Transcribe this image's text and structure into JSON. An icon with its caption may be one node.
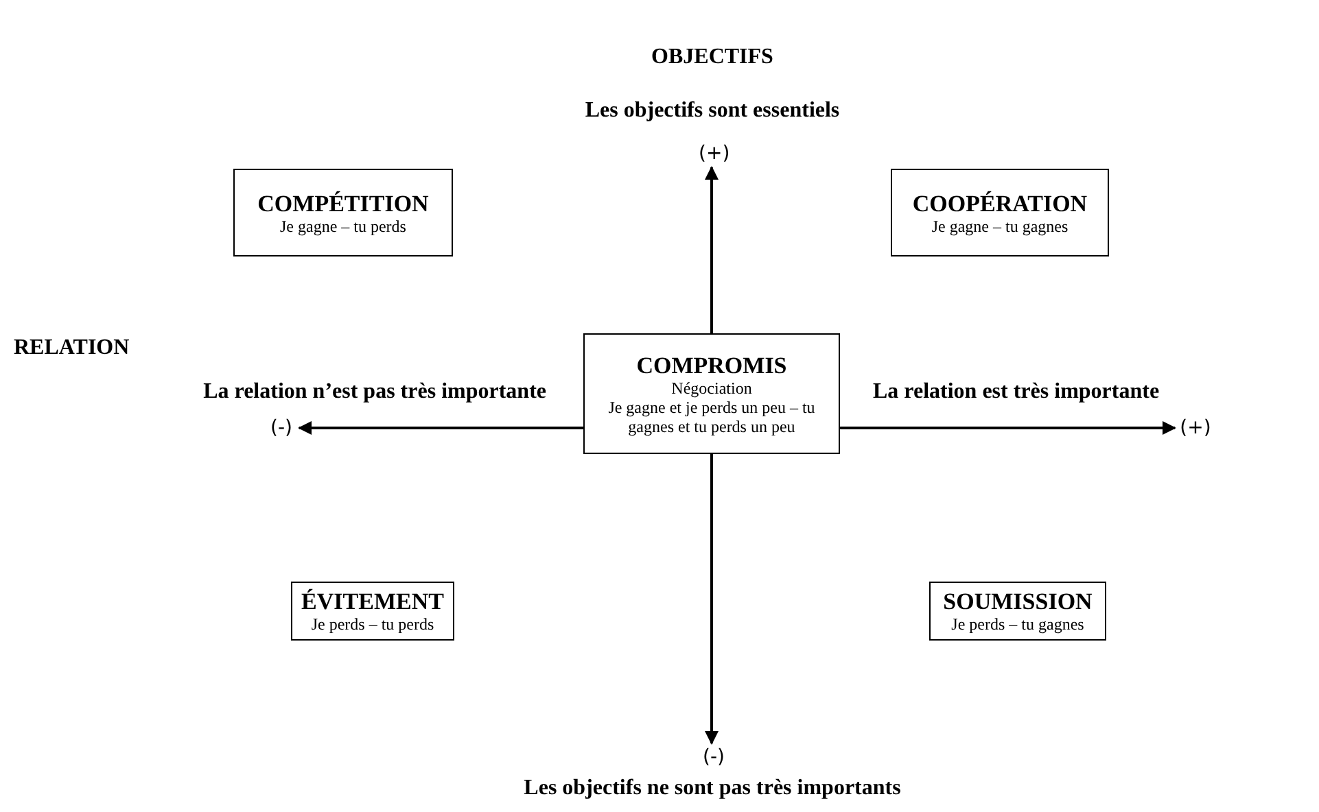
{
  "diagram": {
    "nodes": [
      {
        "text": [
          "COMPÉTITION",
          "Je gagne – tu perds"
        ]
      },
      {
        "text": [
          "COOPÉRATION",
          "Je gagne – tu gagnes"
        ]
      },
      {
        "text": [
          "COMPROMIS",
          "Négociation",
          "Je gagne et je perds un peu – tu gagnes et tu perds un peu"
        ]
      },
      {
        "text": [
          "ÉVITEMENT",
          "Je perds – tu perds"
        ]
      },
      {
        "text": [
          "SOUMISSION",
          "Je perds – tu gagnes"
        ]
      },
      {
        "text": [
          "(+)"
        ]
      },
      {
        "text": [
          "(-)"
        ]
      },
      {
        "text": [
          "(+)"
        ]
      },
      {
        "text": [
          "(-)"
        ]
      }
    ],
    "edges": [
      {
        "from": 2,
        "to": 5,
        "arrow": "to"
      },
      {
        "from": 2,
        "to": 6,
        "arrow": "to"
      },
      {
        "from": 2,
        "to": 7,
        "arrow": "to"
      },
      {
        "from": 2,
        "to": 8,
        "arrow": "to"
      }
    ],
    "labels": [
      "OBJECTIFS",
      "Les objectifs sont essentiels",
      "RELATION",
      "La relation n’est pas très importante",
      "La relation est très importante",
      "Les objectifs ne sont pas très importants"
    ]
  }
}
